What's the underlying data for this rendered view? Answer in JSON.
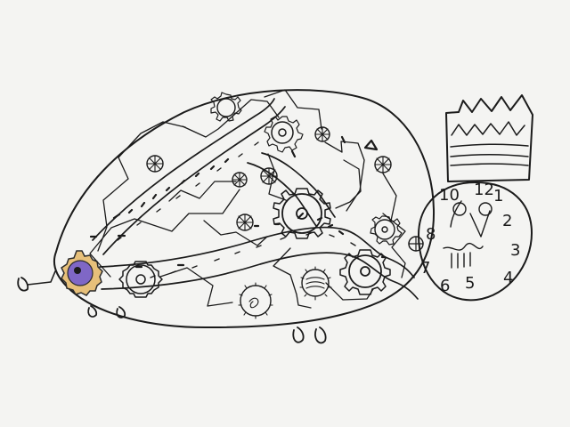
{
  "scene": {
    "subject": "",
    "colors": {
      "paper": "#f4f4f2",
      "ink": "#1b1b1b",
      "eye_fill": "#7f67c6",
      "eye_ring": "#e7c07a"
    }
  },
  "clock": {
    "numerals": [
      "12",
      "1",
      "2",
      "3",
      "4",
      "5",
      "6",
      "7",
      "8",
      "10"
    ]
  }
}
